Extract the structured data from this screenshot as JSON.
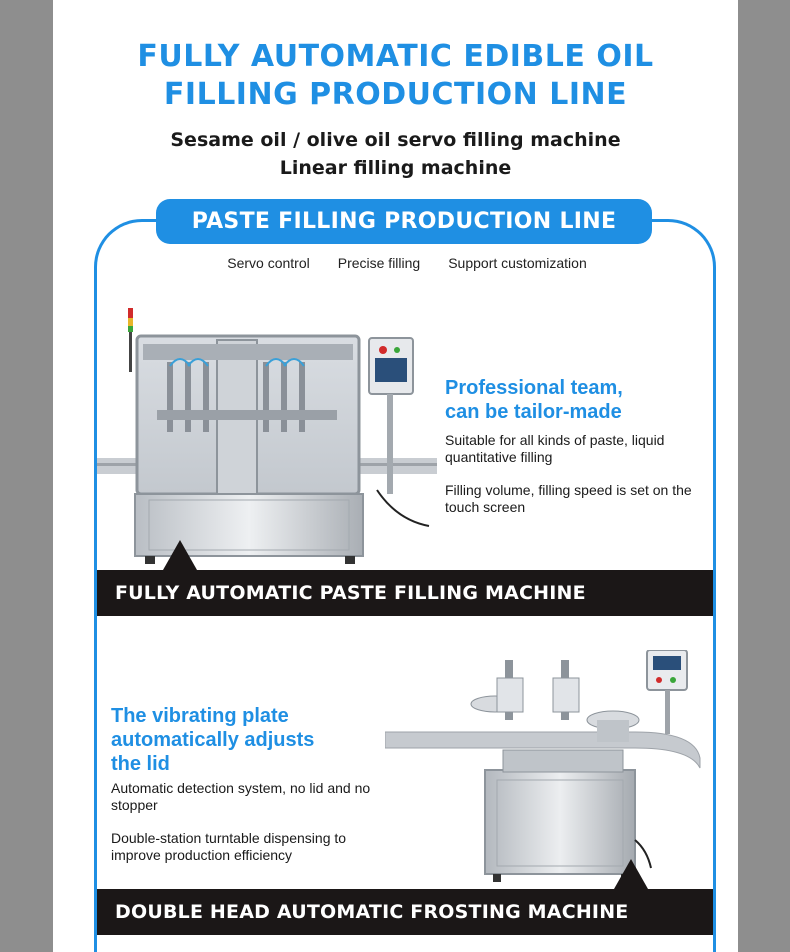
{
  "header": {
    "title_line1": "FULLY AUTOMATIC EDIBLE OIL",
    "title_line2": "FILLING PRODUCTION LINE",
    "subtitle_line1": "Sesame oil / olive oil servo filling machine",
    "subtitle_line2": "Linear filling machine"
  },
  "section": {
    "label": "PASTE FILLING PRODUCTION LINE",
    "features": [
      "Servo control",
      "Precise filling",
      "Support customization"
    ]
  },
  "machine1": {
    "heading_line1": "Professional team,",
    "heading_line2": "can be tailor-made",
    "para1": "Suitable for all kinds of paste, liquid quantitative filling",
    "para2": "Filling volume, filling speed is set on the touch screen",
    "banner": "FULLY AUTOMATIC PASTE FILLING MACHINE"
  },
  "machine2": {
    "heading_line1": "The vibrating plate",
    "heading_line2": "automatically adjusts",
    "heading_line3": "the lid",
    "para1": "Automatic detection system, no lid and no stopper",
    "para2": "Double-station turntable dispensing to improve production efficiency",
    "banner": "DOUBLE HEAD AUTOMATIC FROSTING MACHINE"
  },
  "colors": {
    "accent": "#1f8fe3",
    "banner": "#1b1717",
    "side_margin": "#8e8e8e"
  }
}
